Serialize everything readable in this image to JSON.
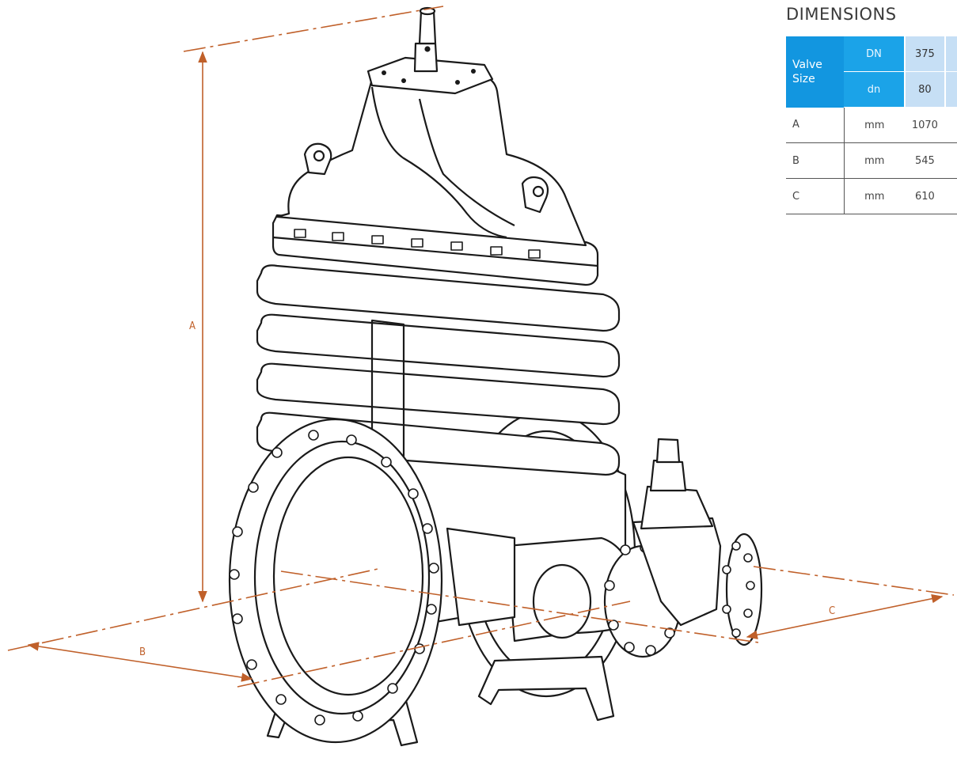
{
  "dimension_labels": {
    "a": "A",
    "b": "B",
    "c": "C"
  },
  "panel": {
    "title": "DIMENSIONS",
    "header_label": "Valve Size",
    "header_rows": [
      {
        "sub": "DN",
        "value": "375"
      },
      {
        "sub": "dn",
        "value": "80"
      }
    ],
    "rows": [
      {
        "label": "A",
        "unit": "mm",
        "value": "1070"
      },
      {
        "label": "B",
        "unit": "mm",
        "value": "545"
      },
      {
        "label": "C",
        "unit": "mm",
        "value": "610"
      }
    ]
  },
  "colors": {
    "dimension_line": "#c0602a",
    "header_dark": "#1296e0",
    "header_light": "#c6dff5",
    "line_art": "#1a1a1a"
  }
}
